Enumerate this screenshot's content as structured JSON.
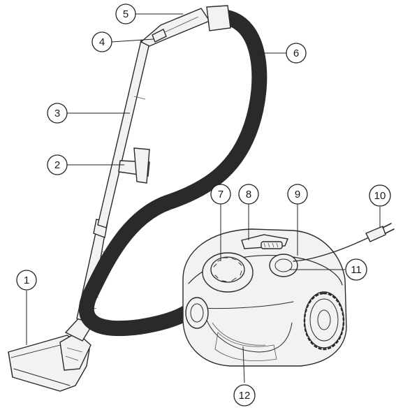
{
  "colors": {
    "ink": "#2a2a2a",
    "fill": "#f2f2f2",
    "background": "#ffffff"
  },
  "callouts": [
    {
      "id": "1",
      "label": "1"
    },
    {
      "id": "2",
      "label": "2"
    },
    {
      "id": "3",
      "label": "3"
    },
    {
      "id": "4",
      "label": "4"
    },
    {
      "id": "5",
      "label": "5"
    },
    {
      "id": "6",
      "label": "6"
    },
    {
      "id": "7",
      "label": "7"
    },
    {
      "id": "8",
      "label": "8"
    },
    {
      "id": "9",
      "label": "9"
    },
    {
      "id": "10",
      "label": "10"
    },
    {
      "id": "11",
      "label": "11"
    },
    {
      "id": "12",
      "label": "12"
    }
  ]
}
